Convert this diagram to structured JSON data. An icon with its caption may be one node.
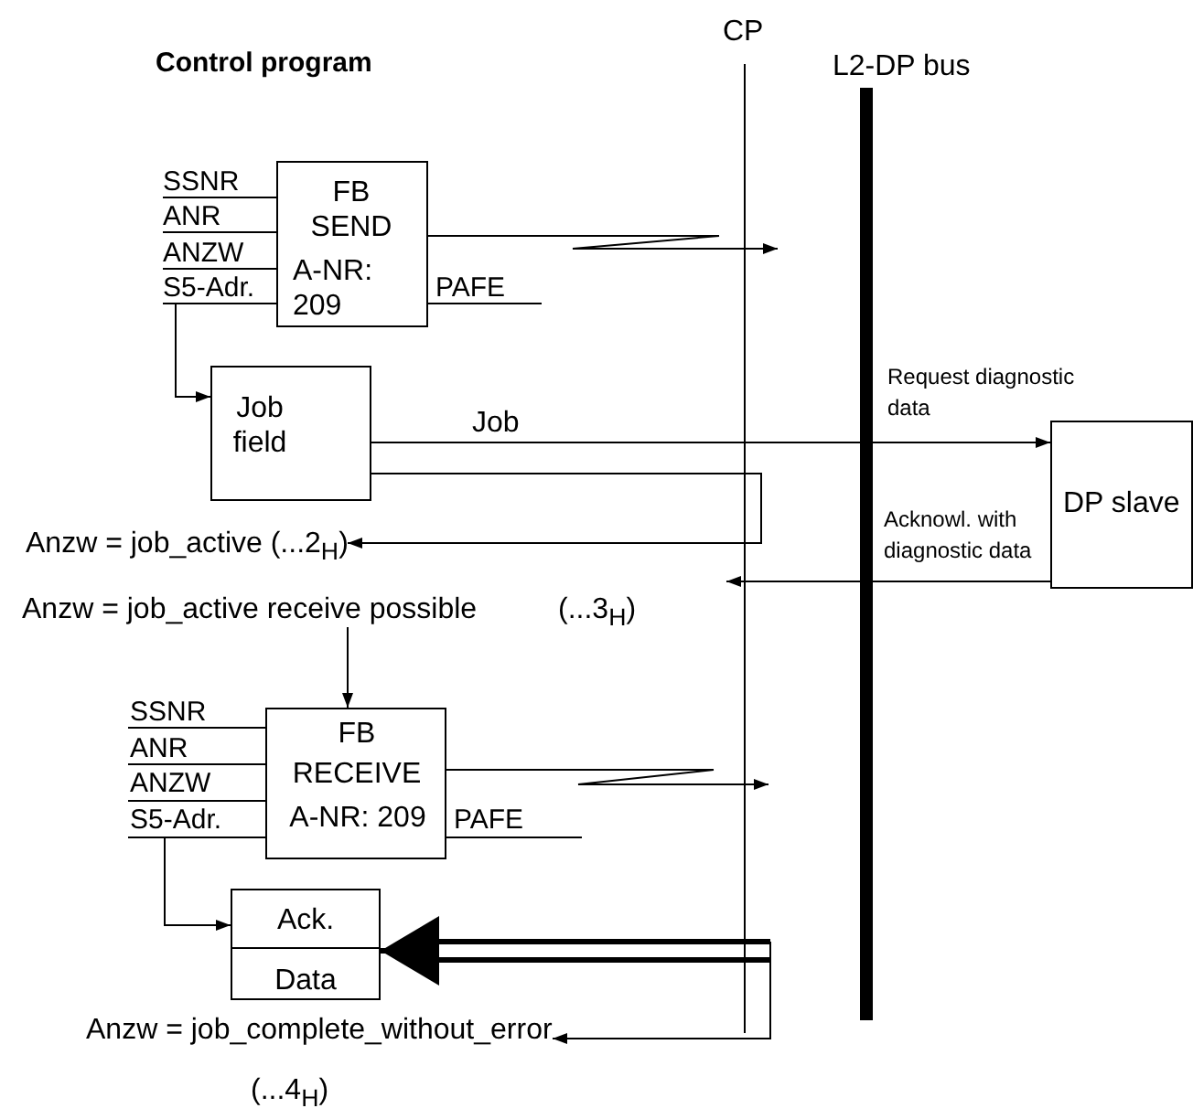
{
  "diagram": {
    "title": "Control program",
    "nodes": [
      {
        "text": [
          "FB SEND",
          "A-NR: 209"
        ]
      },
      {
        "text": [
          "Job field"
        ]
      },
      {
        "text": [
          "DP slave"
        ]
      },
      {
        "text": [
          "Anzw = job_active (...2$_{H}$)"
        ]
      },
      {
        "text": [
          "Anzw = job_active receive possible"
        ],
        "beside": [
          "(...3$_{H}$)"
        ]
      },
      {
        "text": [
          "FB RECEIVE",
          "A-NR: 209"
        ]
      },
      {
        "text": [
          "Ack.",
          "Data"
        ]
      },
      {
        "text": [
          "Anzw = job_complete_without_error"
        ],
        "beside": [
          "(...4$_{H}$)"
        ]
      }
    ],
    "edges": [
      {
        "from": 0,
        "to": null,
        "arrow": "to"
      },
      {
        "from": 0,
        "to": 1,
        "arrow": "to"
      },
      {
        "from": 1,
        "to": 2,
        "arrow": "to",
        "label": "Job"
      },
      {
        "from": 1,
        "to": 3,
        "arrow": "to"
      },
      {
        "from": 2,
        "to": null,
        "arrow": "to"
      },
      {
        "from": 4,
        "to": 5,
        "arrow": "to"
      },
      {
        "from": 5,
        "to": null,
        "arrow": "to"
      },
      {
        "from": 5,
        "to": 6,
        "arrow": "to"
      },
      {
        "from": null,
        "to": 6,
        "arrow": "to",
        "style": "thick"
      },
      {
        "from": null,
        "to": 7,
        "arrow": "to"
      }
    ],
    "labels": [
      "CP",
      "L2-DP bus",
      "SSNR",
      "ANR",
      "ANZW",
      "S5-Adr.",
      "PAFE",
      "Request diagnostic data",
      "Acknowl. with diagnostic data",
      "SSNR",
      "ANR",
      "ANZW",
      "S5-Adr.",
      "PAFE"
    ]
  }
}
